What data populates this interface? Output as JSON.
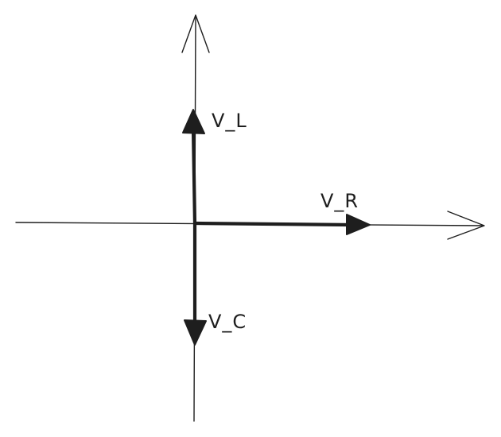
{
  "diagram": {
    "vectors": [
      {
        "id": "v-l",
        "label": "V_L",
        "direction": "up"
      },
      {
        "id": "v-r",
        "label": "V_R",
        "direction": "right"
      },
      {
        "id": "v-c",
        "label": "V_C",
        "direction": "down"
      }
    ]
  }
}
